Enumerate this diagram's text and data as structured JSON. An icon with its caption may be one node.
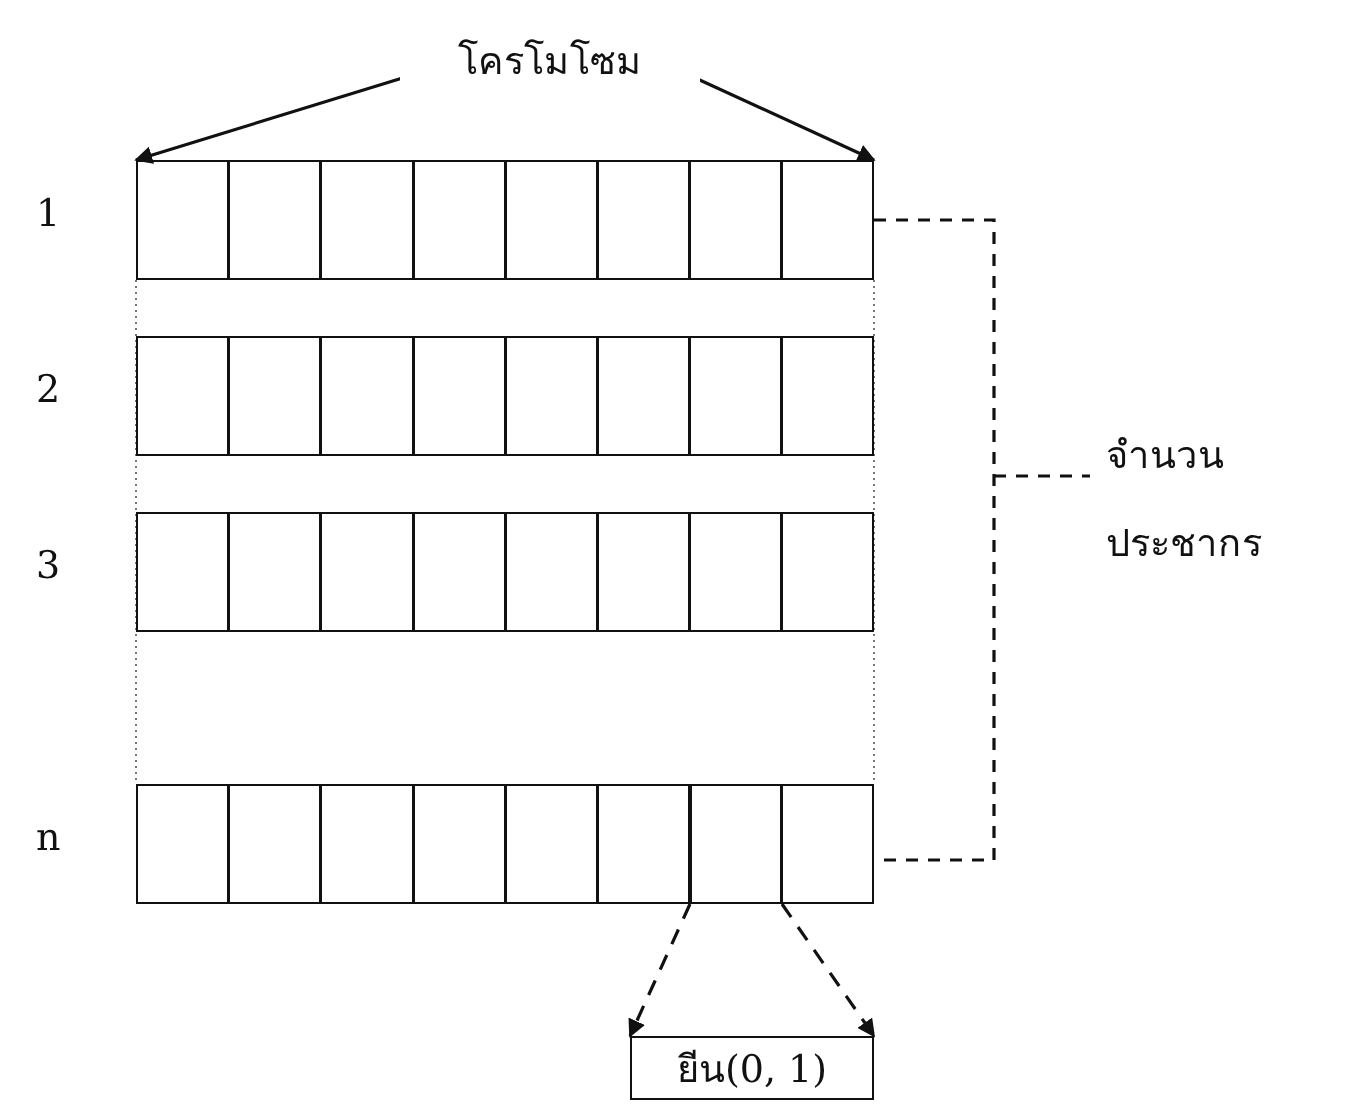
{
  "diagram": {
    "nodes": [
      {
        "text": [
          "โครโมโซม"
        ]
      },
      {
        "text": [],
        "shape": "box"
      },
      {
        "text": [],
        "shape": "box"
      },
      {
        "text": [],
        "shape": "box"
      },
      {
        "text": [],
        "shape": "box"
      },
      {
        "text": [],
        "shape": "box",
        "in": 4
      },
      {
        "text": [
          "ยีน(0, 1)"
        ]
      }
    ],
    "edges": [
      {
        "from": 0,
        "to": 1,
        "arrow": "to"
      },
      {
        "from": 0,
        "to": 1,
        "arrow": "to"
      },
      {
        "from": 5,
        "to": 6,
        "arrow": "to",
        "style": "dashed"
      },
      {
        "from": 5,
        "to": 6,
        "arrow": "to",
        "style": "dashed"
      }
    ],
    "labels": [
      "1",
      "2",
      "3",
      "n",
      "จำนวน ประชากร"
    ]
  }
}
